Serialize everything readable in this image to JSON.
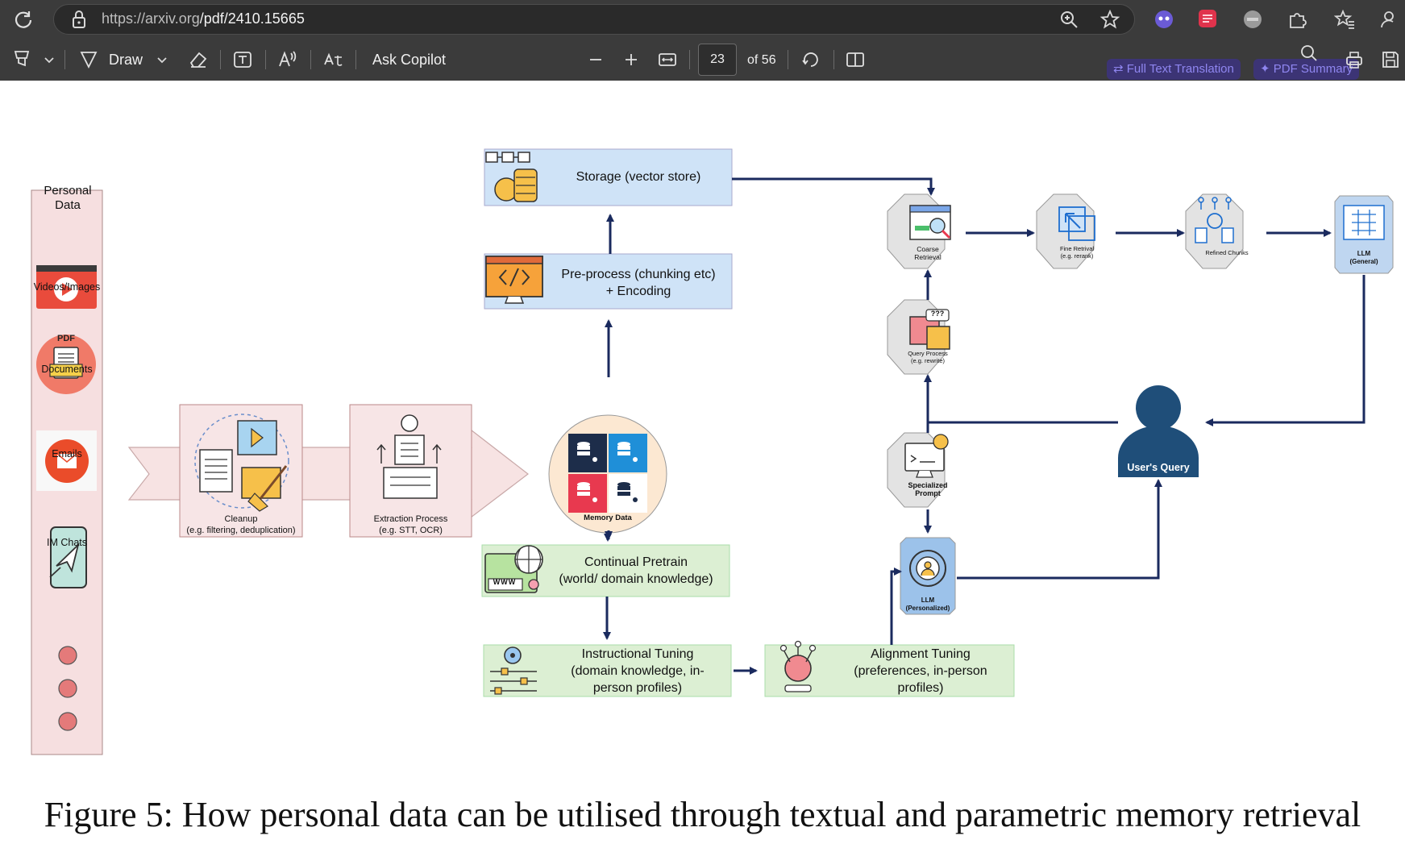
{
  "browser": {
    "url_host": "https://arxiv.org",
    "url_path": "/pdf/2410.15665"
  },
  "toolbar": {
    "draw_label": "Draw",
    "ask_copilot_label": "Ask Copilot",
    "current_page": "23",
    "page_count_label": "of 56",
    "full_text_translation_label": "Full Text Translation",
    "pdf_summary_label": "PDF Summary"
  },
  "figure": {
    "personal_data": {
      "title": "Personal Data",
      "items": [
        "Videos/Images",
        "Documents",
        "Emails",
        "IM Chats"
      ]
    },
    "pdf_badge": "PDF",
    "cleanup": {
      "line1": "Cleanup",
      "line2": "(e.g. filtering, deduplication)"
    },
    "extraction": {
      "line1": "Extraction Process",
      "line2": "(e.g. STT, OCR)"
    },
    "memory_data": "Memory Data",
    "storage": "Storage (vector store)",
    "preprocess": {
      "line1": "Pre-process (chunking etc)",
      "line2": "+ Encoding"
    },
    "continual_pretrain": {
      "line1": "Continual Pretrain",
      "line2": "(world/ domain knowledge)"
    },
    "instructional_tuning": {
      "line1": "Instructional Tuning",
      "line2": "(domain knowledge, in-",
      "line3": "person profiles)"
    },
    "alignment_tuning": {
      "line1": "Alignment Tuning",
      "line2": "(preferences, in-person",
      "line3": "profiles)"
    },
    "coarse_retrieval": {
      "line1": "Coarse",
      "line2": "Retrieval"
    },
    "fine_retrieval": {
      "line1": "Fine Retrival",
      "line2": "(e.g. rerank)"
    },
    "refined_chunks": "Refined Chunks",
    "llm_general": {
      "line1": "LLM",
      "line2": "(General)"
    },
    "query_process": {
      "line1": "Query Process",
      "line2": "(e.g. rewrite)"
    },
    "specialized_prompt": {
      "line1": "Specialized",
      "line2": "Prompt"
    },
    "llm_personalized": {
      "line1": "LLM",
      "line2": "(Personalized)"
    },
    "users_query": "User's Query",
    "www_badge": "WWW",
    "question_marks": "???"
  },
  "caption": "Figure 5: How personal data can be utilised through textual and parametric memory retrieval",
  "colors": {
    "chrome_bg": "#3b3b3b",
    "arrow_navy": "#1a2a5e",
    "user_blue": "#1f4e79",
    "box_blue": "#cfe3f7",
    "box_green": "#dcefd3",
    "panel_pink": "#f6dfe0",
    "octagon_grey": "#e3e3e3",
    "accent_purple": "#8f86f0"
  }
}
